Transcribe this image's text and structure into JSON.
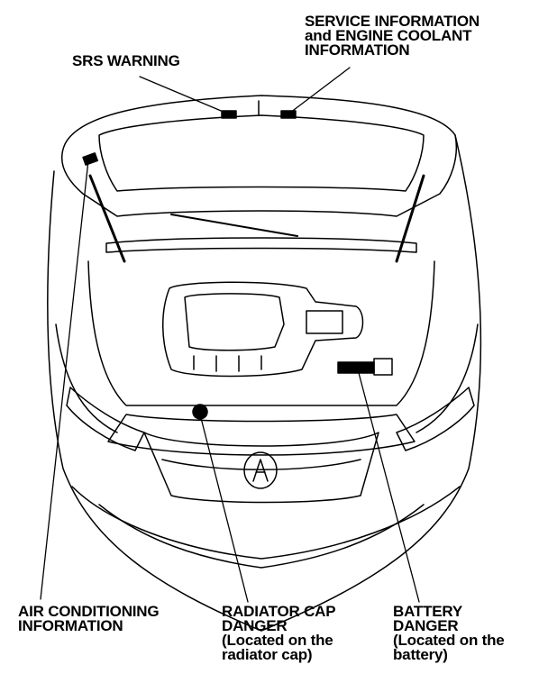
{
  "labels": {
    "srs_warning": [
      "SRS WARNING"
    ],
    "service_info": [
      "SERVICE INFORMATION",
      "and ENGINE COOLANT",
      "INFORMATION"
    ],
    "air_conditioning": [
      "AIR CONDITIONING",
      "INFORMATION"
    ],
    "radiator_cap": [
      "RADIATOR CAP",
      "DANGER",
      "(Located on the",
      "radiator cap)"
    ],
    "battery": [
      "BATTERY",
      "DANGER",
      "(Located on the",
      "battery)"
    ]
  }
}
